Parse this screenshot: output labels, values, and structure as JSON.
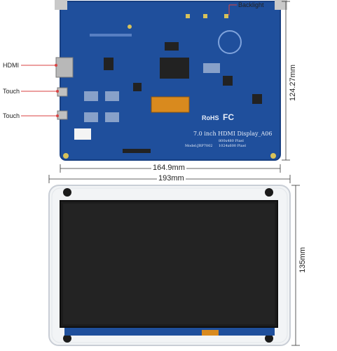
{
  "labels": {
    "hdmi": "HDMI",
    "touch_1": "Touch",
    "touch_2": "Touch",
    "backlight": "Backlight"
  },
  "dimensions": {
    "pcb_width": "164.9mm",
    "pcb_height": "124.27mm",
    "case_width": "193mm",
    "case_height": "135mm"
  },
  "board_print": {
    "product": "7.0 inch HDMI Display_A06",
    "model": "Model:JRP7002",
    "pixel_1": "800x480 Pixel",
    "pixel_2": "1024x600 Pixel",
    "cert_rohs": "RoHS",
    "cert_fc": "FC"
  },
  "colors": {
    "pcb_blue": "#1f4f9c",
    "pcb_edge": "#173f82",
    "screen": "#1c1c1c",
    "case": "#f2f4f6",
    "label_line": "#d94141"
  }
}
